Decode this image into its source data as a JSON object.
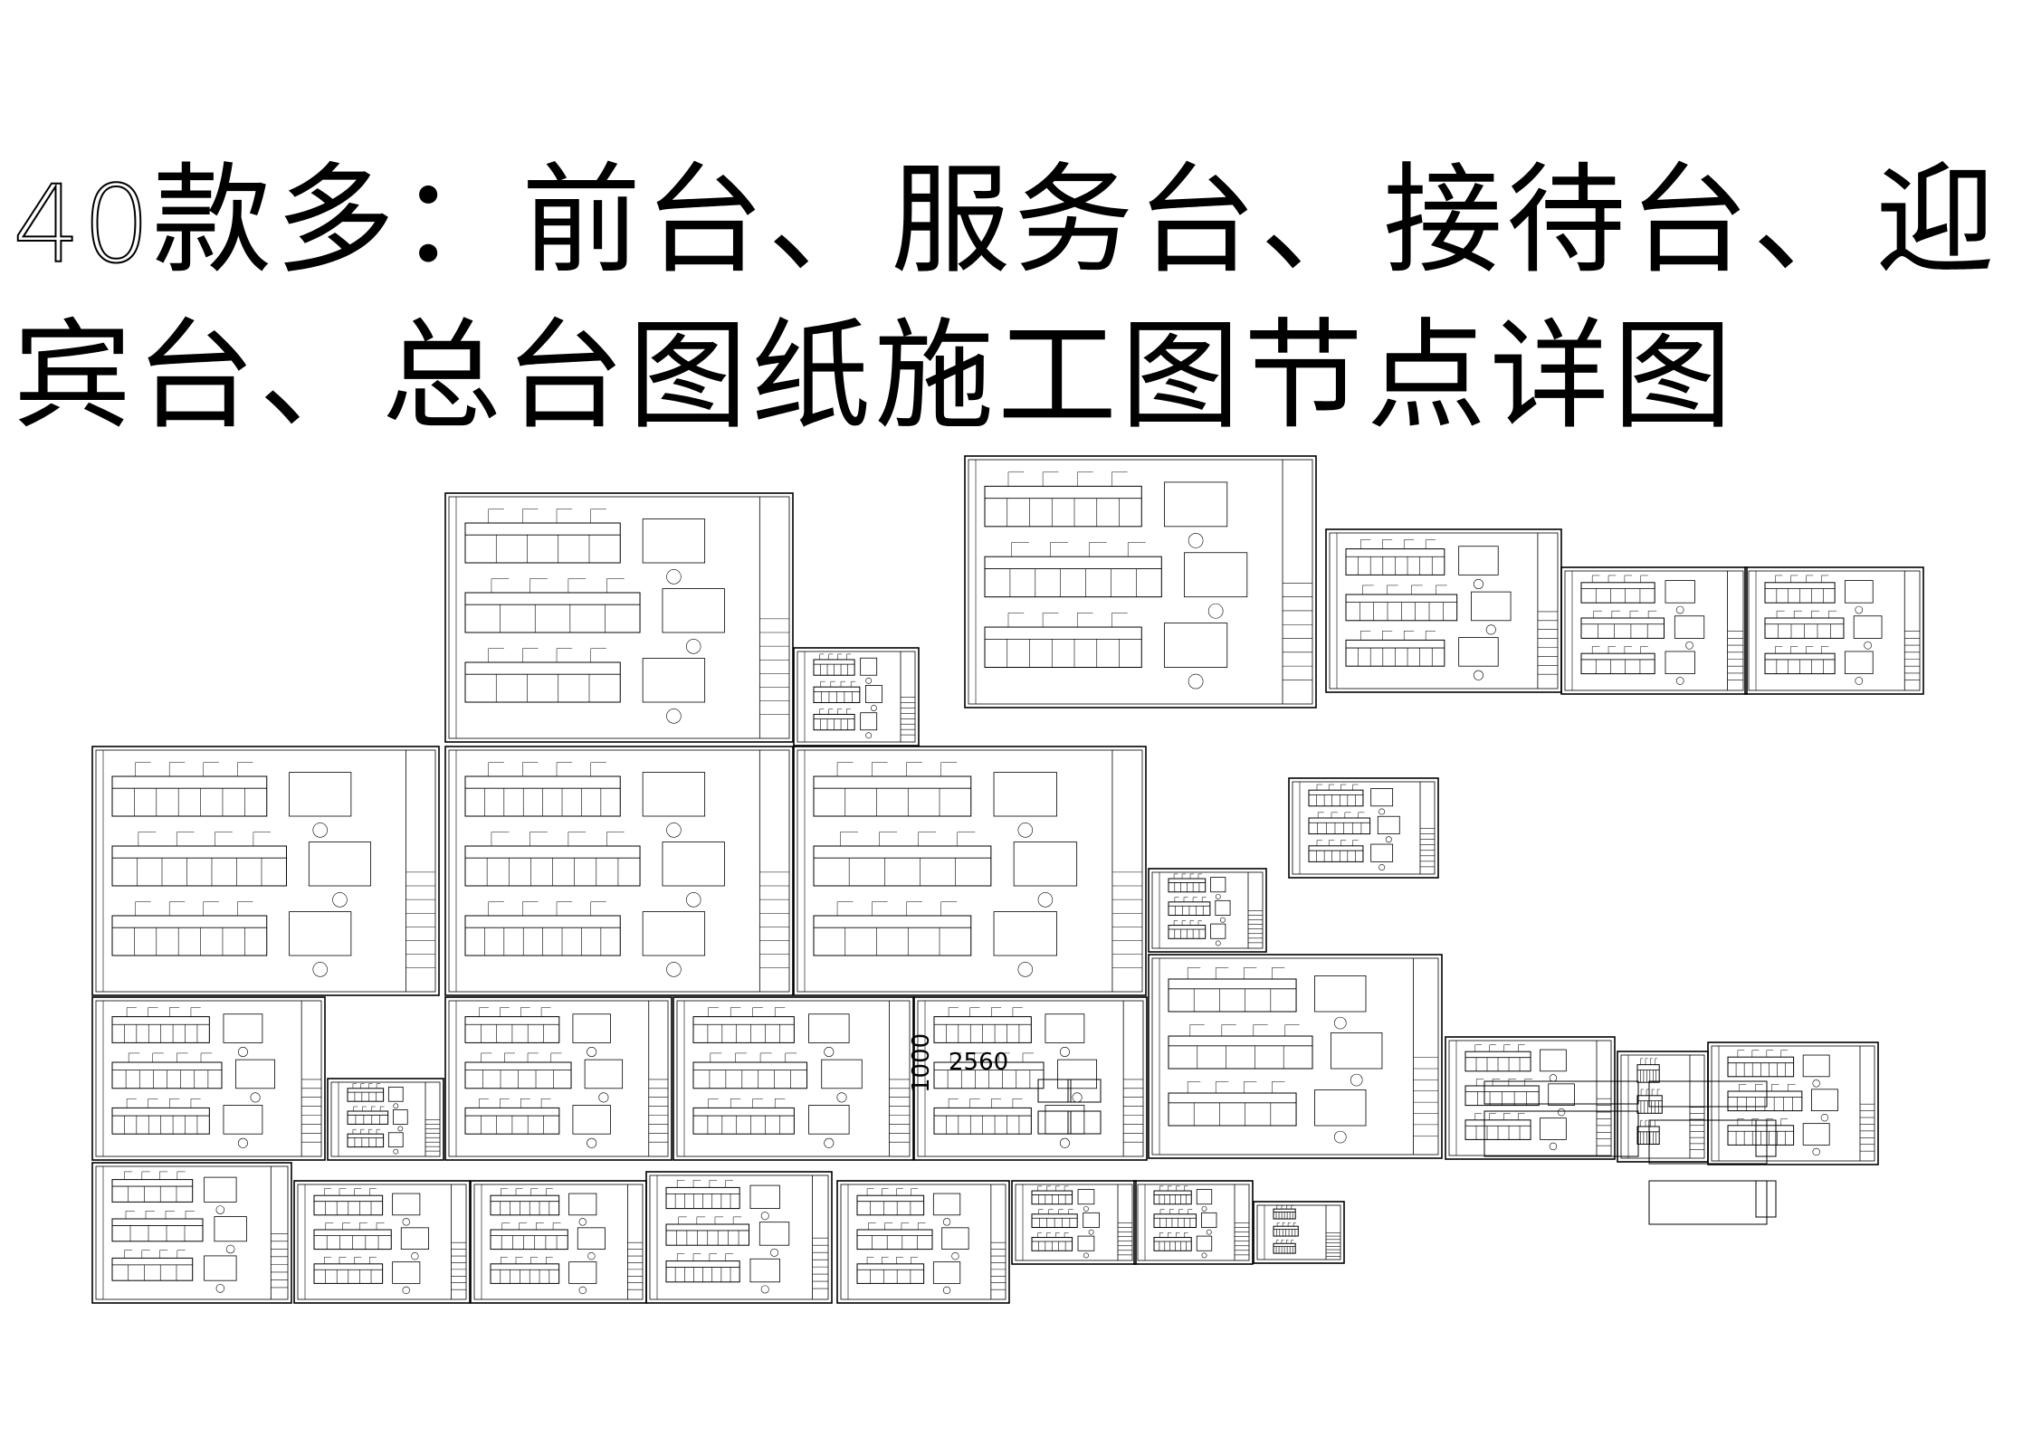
{
  "title": {
    "number": "40",
    "text": "款多：前台、服务台、接待台、迎宾台、总台图纸施工图节点详图"
  },
  "drawing_labels": {
    "dim_width": "2560",
    "dim_height": "1000"
  },
  "colors": {
    "line": "#000000",
    "background": "#ffffff"
  }
}
